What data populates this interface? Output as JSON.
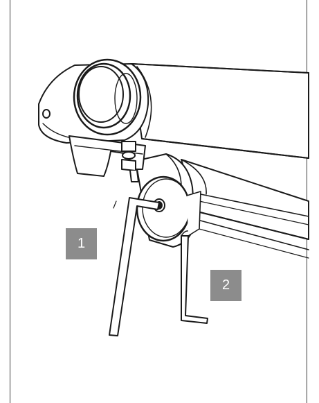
{
  "callouts": [
    {
      "id": "1",
      "text": "1",
      "color": "#8c8c8c"
    },
    {
      "id": "2",
      "text": "2",
      "color": "#8c8c8c"
    }
  ],
  "colors": {
    "line": "#1a1a1a",
    "fill": "#ffffff",
    "shade": "#d9d9d9",
    "frame": "#3a3a3a"
  }
}
